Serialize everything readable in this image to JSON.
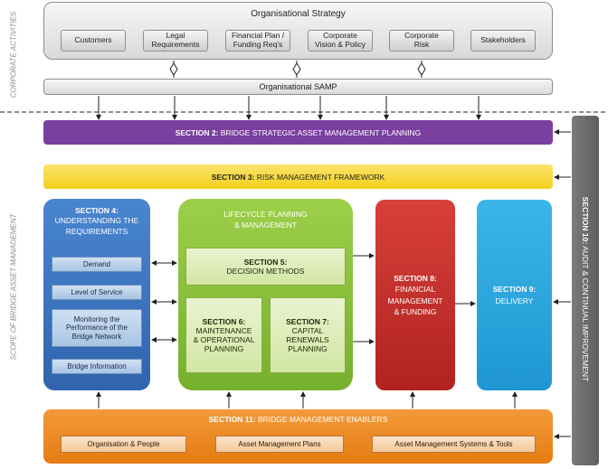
{
  "side_labels": {
    "corporate": "CORPORATE ACTIVITIES",
    "scope": "SCOPE OF BRIDGE ASSET MANAGEMENT"
  },
  "strategy": {
    "title": "Organisational Strategy",
    "items": [
      "Customers",
      "Legal\nRequirements",
      "Financial Plan /\nFunding Req's",
      "Corporate\nVision & Policy",
      "Corporate\nRisk",
      "Stakeholders"
    ]
  },
  "samp": "Organisational SAMP",
  "section2": {
    "num": "SECTION 2:",
    "text": " BRIDGE STRATEGIC ASSET MANAGEMENT PLANNING"
  },
  "section3": {
    "num": "SECTION 3:",
    "text": " RISK MANAGEMENT FRAMEWORK"
  },
  "section4": {
    "num": "SECTION 4:",
    "title": "UNDERSTANDING THE\nREQUIREMENTS",
    "items": [
      "Demand",
      "Level of Service",
      "Monitoring the\nPerformance of the\nBridge Network",
      "Bridge Information"
    ]
  },
  "lifecycle": {
    "title": "LIFECYCLE PLANNING\n& MANAGEMENT",
    "s5": {
      "num": "SECTION 5:",
      "text": "DECISION METHODS"
    },
    "s6": {
      "num": "SECTION 6:",
      "text": "MAINTENANCE\n& OPERATIONAL\nPLANNING"
    },
    "s7": {
      "num": "SECTION 7:",
      "text": "CAPITAL\nRENEWALS\nPLANNING"
    }
  },
  "section8": {
    "num": "SECTION 8:",
    "text": "FINANCIAL\nMANAGEMENT\n& FUNDING"
  },
  "section9": {
    "num": "SECTION 9:",
    "text": "DELIVERY"
  },
  "section10": {
    "num": "SECTION 10:",
    "text": " AUDIT & CONTINUAL IMPROVEMENT"
  },
  "section11": {
    "num": "SECTION 11:",
    "text": " BRIDGE MANAGEMENT ENABLERS",
    "items": [
      "Organisation & People",
      "Asset Management Plans",
      "Asset Management Systems & Tools"
    ]
  },
  "colors": {
    "purple": "#7b3fa0",
    "yellow": "#f6d52c",
    "blue": "#3f7ac4",
    "green": "#8cc63e",
    "red": "#c9302c",
    "lightblue": "#2fa9e0",
    "orange": "#f08a24",
    "grey": "#6f6f6f"
  }
}
